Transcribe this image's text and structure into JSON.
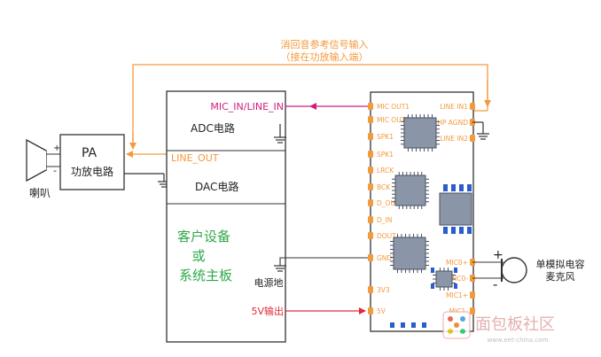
{
  "title_line1": "消回音参考信号输入",
  "title_line2": "（接在功放输入端）",
  "pa": {
    "name": "PA",
    "desc": "功放电路",
    "plus": "+",
    "minus": "-"
  },
  "speaker_label": "喇叭",
  "host": {
    "mic_in": "MIC_IN/LINE_IN",
    "adc": "ADC电路",
    "line_out": "LINE_OUT",
    "dac": "DAC电路",
    "main_l1": "客户设备",
    "main_l2": "或",
    "main_l3": "系统主板"
  },
  "power_ground": "电源地",
  "power_5v": "5V输出",
  "module": {
    "left_pins": [
      "MIC OUT1",
      "MIC OUT2",
      "SPK1",
      "SPK1",
      "LRCK",
      "BCK",
      "D_OUT",
      "D_IN",
      "DOUT",
      "GND",
      "3V3",
      "5V"
    ],
    "right_pins_top": [
      "LINE IN1",
      "HP AGND",
      "LINE IN2"
    ],
    "right_pins_bottom": [
      "MIC0+",
      "MIC0-",
      "MIC1+",
      "MIC1-"
    ]
  },
  "mic": {
    "plus": "+",
    "minus": "-",
    "label_l1": "单模拟电容",
    "label_l2": "麦克风"
  },
  "watermark": "面包板社区",
  "watermark_url": "www.eet-china.com",
  "colors": {
    "orange": "#f39a3c",
    "magenta": "#cc1f7e",
    "red": "#e02a38",
    "green": "#2ea84a",
    "blue": "#2a5ccc"
  }
}
